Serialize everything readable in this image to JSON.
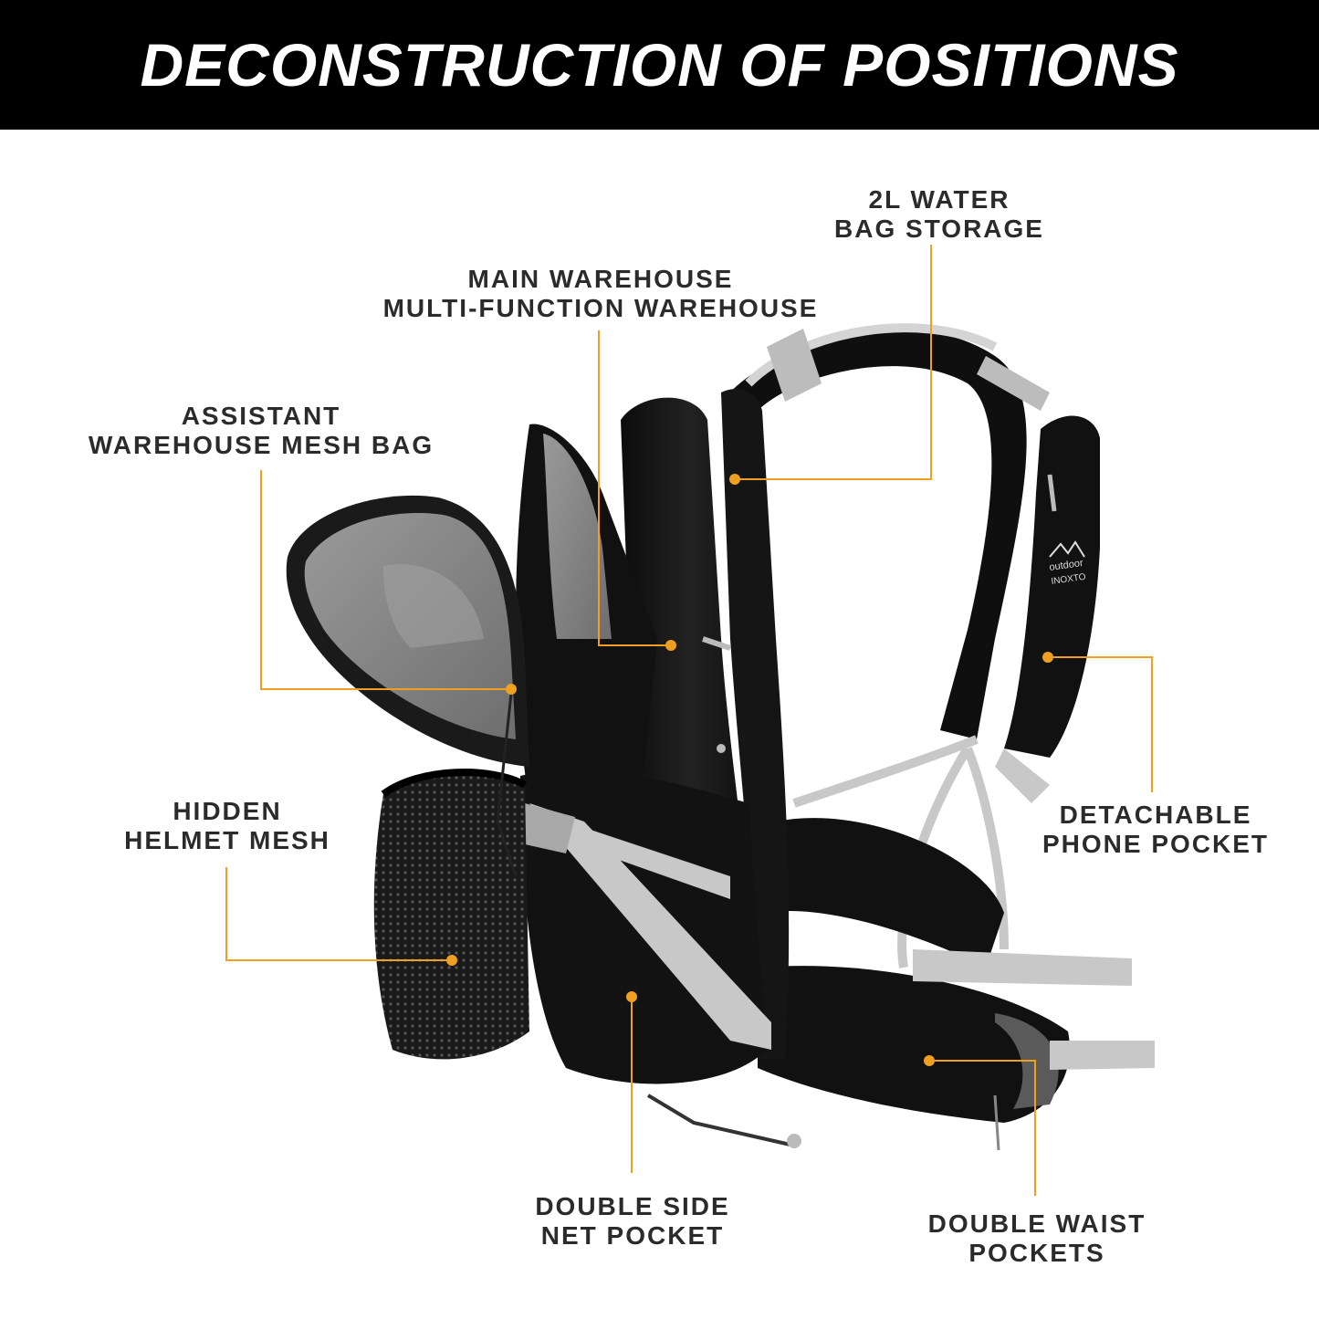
{
  "title": "DECONSTRUCTION OF POSITIONS",
  "callouts": [
    {
      "id": "water-bag",
      "lines": [
        "2L WATER",
        "BAG STORAGE"
      ]
    },
    {
      "id": "main-warehouse",
      "lines": [
        "MAIN WAREHOUSE",
        "MULTI-FUNCTION WAREHOUSE"
      ]
    },
    {
      "id": "assistant-warehouse",
      "lines": [
        "ASSISTANT",
        "WAREHOUSE MESH BAG"
      ]
    },
    {
      "id": "helmet-mesh",
      "lines": [
        "HIDDEN",
        "HELMET MESH"
      ]
    },
    {
      "id": "phone-pocket",
      "lines": [
        "DETACHABLE",
        "PHONE POCKET"
      ]
    },
    {
      "id": "side-net",
      "lines": [
        "DOUBLE SIDE",
        "NET POCKET"
      ]
    },
    {
      "id": "waist-pockets",
      "lines": [
        "DOUBLE WAIST",
        "POCKETS"
      ]
    }
  ],
  "logo_text": [
    "outdoor",
    "INOXTO"
  ],
  "colors": {
    "header_bg": "#000000",
    "title_text": "#ffffff",
    "label_text": "#2b2b2b",
    "callout_line": "#f0a020",
    "callout_dot": "#f0a020",
    "bag_body": "#111111",
    "bag_trim": "#c8c8c8",
    "bag_lining": "#8a8a8a"
  }
}
